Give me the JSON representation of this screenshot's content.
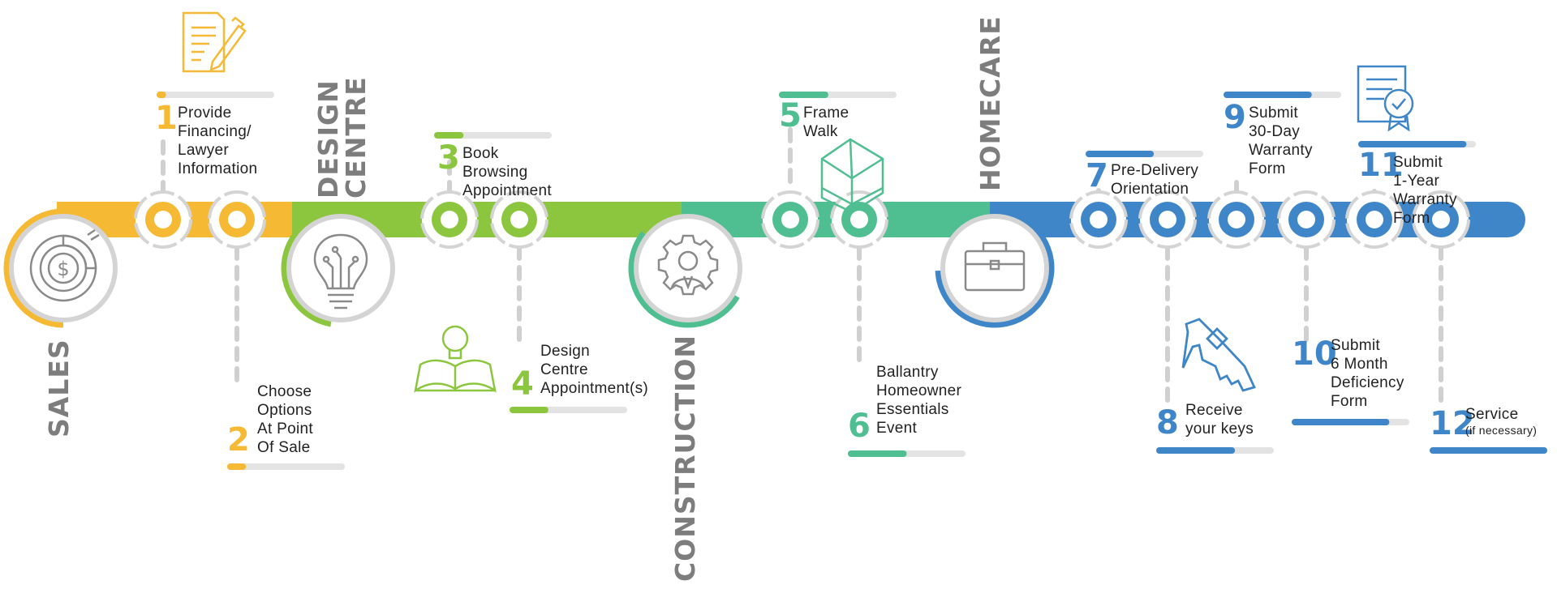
{
  "colors": {
    "sales": "#f6b933",
    "design": "#8cc63e",
    "construction": "#4fbe91",
    "homecare": "#3f86c9",
    "ring": "#d4d4d4",
    "phase_text": "#7d7d7d",
    "label_text": "#222222"
  },
  "phases": [
    {
      "id": "sales",
      "label": "SALES",
      "icon": "finance-chart-icon"
    },
    {
      "id": "design",
      "label_lines": [
        "DESIGN",
        "CENTRE"
      ],
      "icon": "lightbulb-circuit-icon"
    },
    {
      "id": "construction",
      "label": "CONSTRUCTION",
      "icon": "gear-worker-icon"
    },
    {
      "id": "homecare",
      "label": "HOMECARE",
      "icon": "briefcase-icon"
    }
  ],
  "steps": [
    {
      "number": "1",
      "phase": "sales",
      "lines": [
        "Provide",
        "Financing/",
        "Lawyer",
        "Information"
      ],
      "progress": 0.08,
      "icon": "document-pen-icon"
    },
    {
      "number": "2",
      "phase": "sales",
      "lines": [
        "Choose",
        "Options",
        "At Point",
        "Of Sale"
      ],
      "progress": 0.16
    },
    {
      "number": "3",
      "phase": "design",
      "lines": [
        "Book",
        "Browsing",
        "Appointment"
      ],
      "progress": 0.25
    },
    {
      "number": "4",
      "phase": "design",
      "lines": [
        "Design",
        "Centre",
        "Appointment(s)"
      ],
      "progress": 0.33,
      "icon": "open-book-lightbulb-icon"
    },
    {
      "number": "5",
      "phase": "construction",
      "lines": [
        "Frame",
        "Walk"
      ],
      "progress": 0.42,
      "icon": "house-frame-icon"
    },
    {
      "number": "6",
      "phase": "construction",
      "lines": [
        "Ballantry",
        "Homeowner",
        "Essentials",
        "Event"
      ],
      "progress": 0.5
    },
    {
      "number": "7",
      "phase": "homecare",
      "lines": [
        "Pre-Delivery",
        "Orientation"
      ],
      "progress": 0.58
    },
    {
      "number": "8",
      "phase": "homecare",
      "lines": [
        "Receive",
        "your keys"
      ],
      "progress": 0.67,
      "icon": "house-key-icon"
    },
    {
      "number": "9",
      "phase": "homecare",
      "lines": [
        "Submit",
        "30-Day",
        "Warranty",
        "Form"
      ],
      "progress": 0.75
    },
    {
      "number": "10",
      "phase": "homecare",
      "lines": [
        "Submit",
        "6 Month",
        "Deficiency",
        "Form"
      ],
      "progress": 0.83
    },
    {
      "number": "11",
      "phase": "homecare",
      "lines": [
        "Submit",
        "1-Year",
        "Warranty",
        "Form"
      ],
      "progress": 0.92,
      "icon": "certificate-icon"
    },
    {
      "number": "12",
      "phase": "homecare",
      "lines": [
        "Service"
      ],
      "note": "(if necessary)",
      "progress": 1.0
    }
  ]
}
